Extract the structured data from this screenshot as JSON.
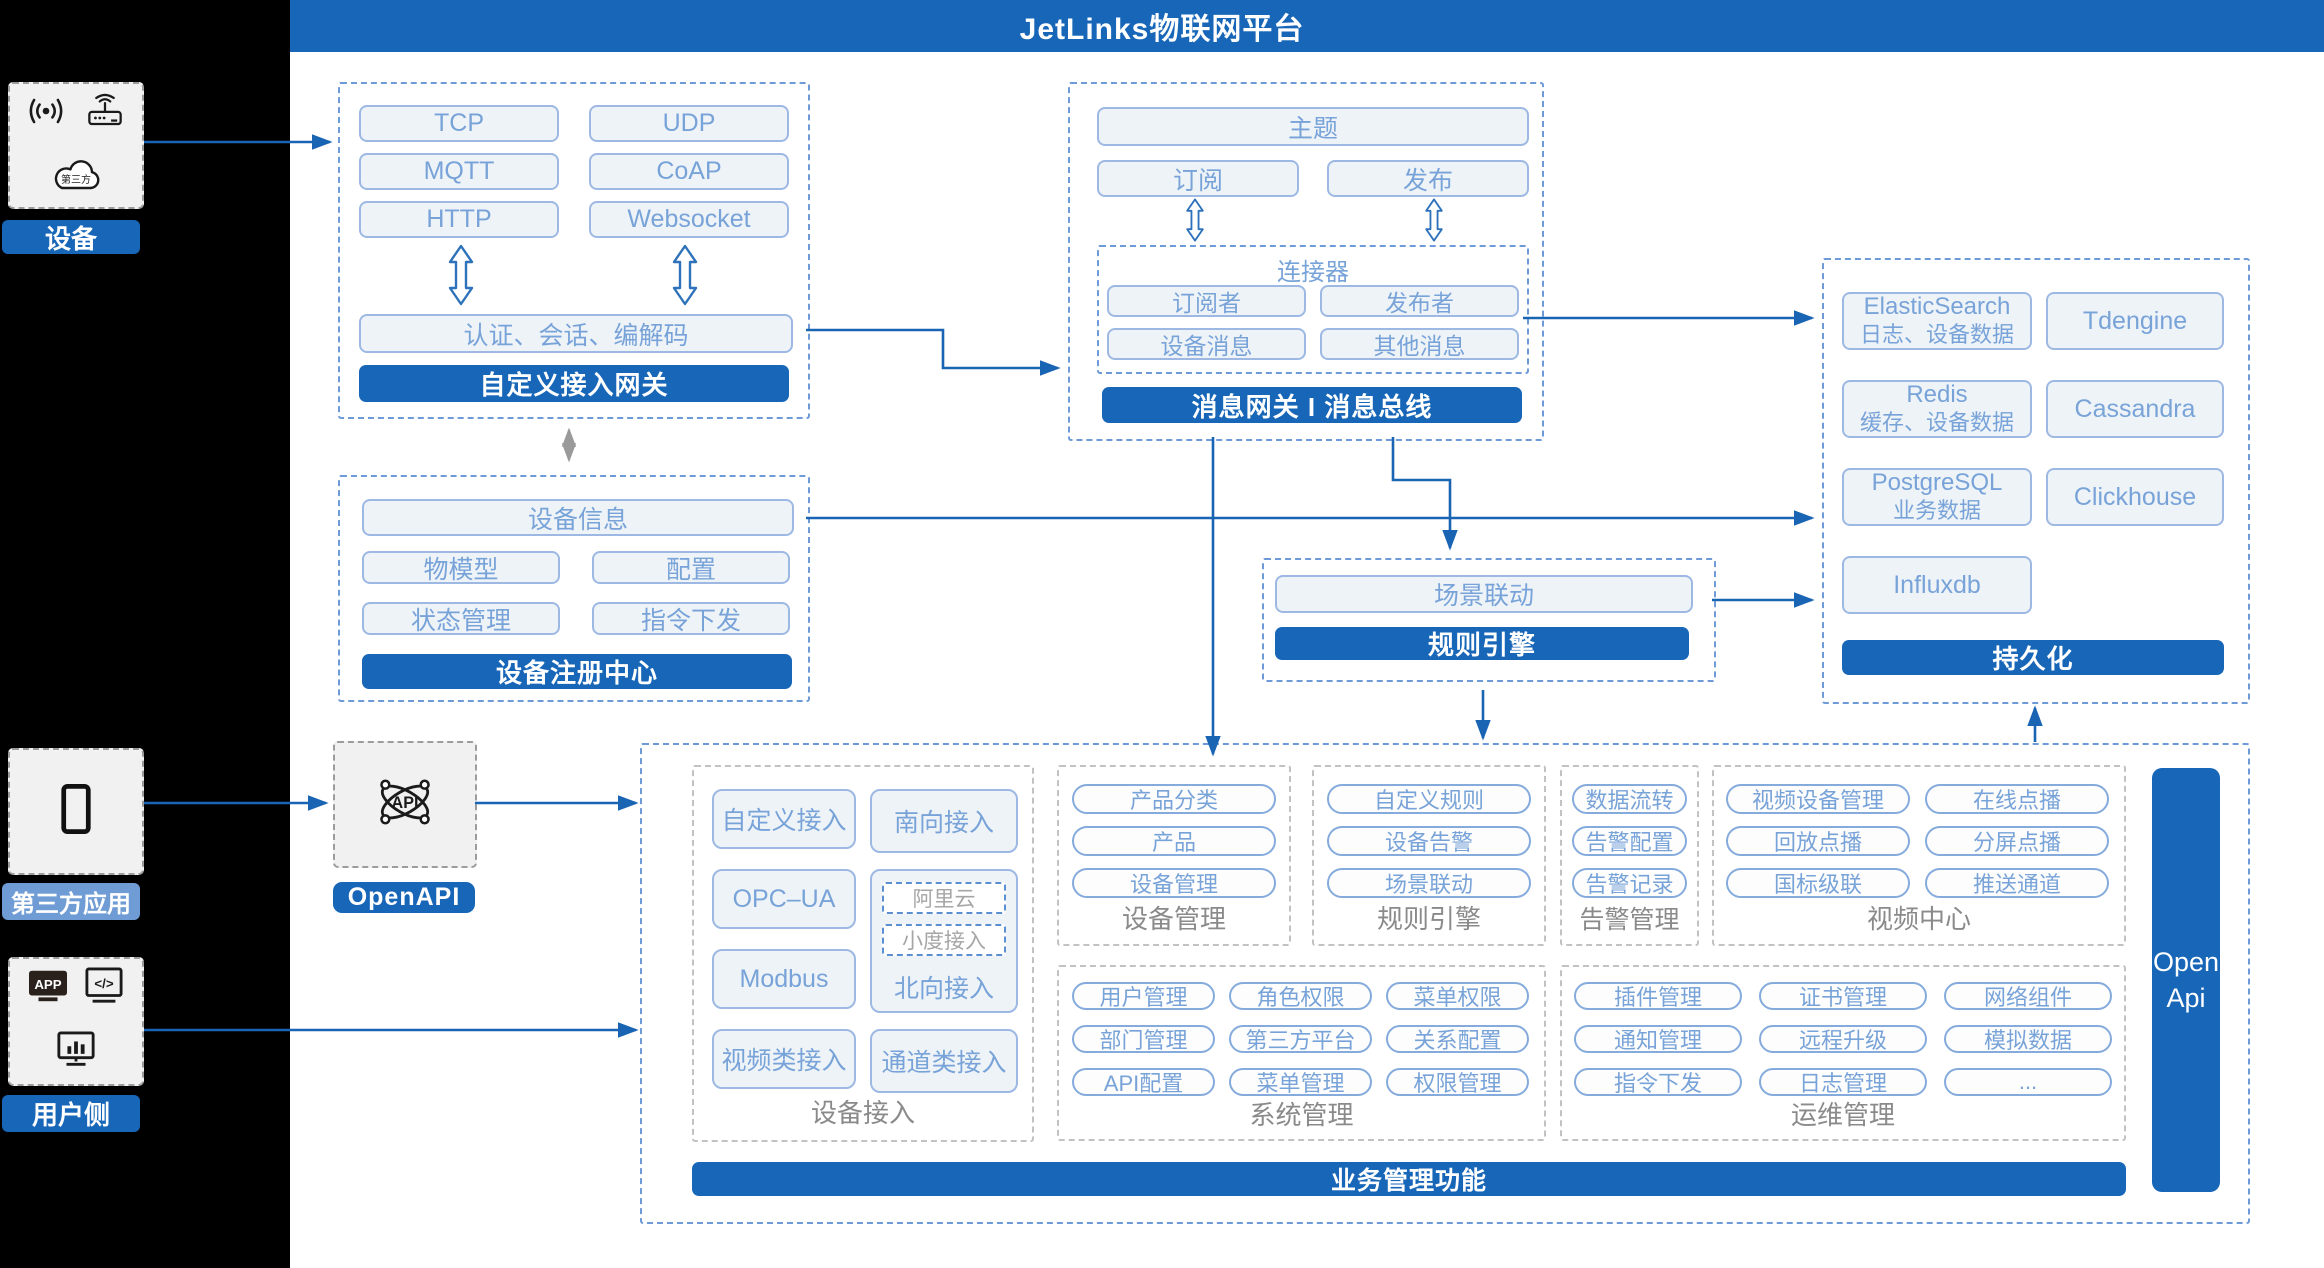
{
  "header": {
    "title": "JetLinks物联网平台"
  },
  "colors": {
    "primary": "#1766b8",
    "light_label": "#6f9cd4",
    "pill_text": "#78a3d8",
    "arrow": "#1a64b4"
  },
  "left": {
    "device_label": "设备",
    "cloud_text": "第三方",
    "third_party_label": "第三方应用",
    "user_label": "用户侧",
    "app_badge": "APP",
    "code_glyph": "</>"
  },
  "protocol_box": {
    "items": [
      "TCP",
      "UDP",
      "MQTT",
      "CoAP",
      "HTTP",
      "Websocket"
    ],
    "codec": "认证、会话、编解码",
    "footer": "自定义接入网关"
  },
  "message_box": {
    "topic": "主题",
    "subscribe": "订阅",
    "publish": "发布",
    "connector_title": "连接器",
    "connector_items": [
      "订阅者",
      "发布者",
      "设备消息",
      "其他消息"
    ],
    "footer": "消息网关 I 消息总线"
  },
  "registry_box": {
    "device_info": "设备信息",
    "items": [
      "物模型",
      "配置",
      "状态管理",
      "指令下发"
    ],
    "footer": "设备注册中心"
  },
  "scene_box": {
    "scene": "场景联动",
    "footer": "规则引擎"
  },
  "storage_box": {
    "es_title": "ElasticSearch",
    "es_sub": "日志、设备数据",
    "tdengine": "Tdengine",
    "redis_title": "Redis",
    "redis_sub": "缓存、设备数据",
    "cassandra": "Cassandra",
    "pg_title": "PostgreSQL",
    "pg_sub": "业务数据",
    "clickhouse": "Clickhouse",
    "influxdb": "Influxdb",
    "footer": "持久化"
  },
  "openapi": {
    "icon_text": "API",
    "label": "OpenAPI"
  },
  "bottom": {
    "device_access": {
      "label": "设备接入",
      "col1": [
        "自定义接入",
        "OPC–UA",
        "Modbus",
        "视频类接入"
      ],
      "south": "南向接入",
      "aliyun": "阿里云",
      "xiaodu": "小度接入",
      "north": "北向接入",
      "channel": "通道类接入"
    },
    "device_mgmt": {
      "label": "设备管理",
      "items": [
        "产品分类",
        "产品",
        "设备管理"
      ]
    },
    "rule_engine": {
      "label": "规则引擎",
      "items": [
        "自定义规则",
        "设备告警",
        "场景联动"
      ]
    },
    "alarm": {
      "label": "告警管理",
      "items": [
        "数据流转",
        "告警配置",
        "告警记录"
      ]
    },
    "video": {
      "label": "视频中心",
      "items": [
        "视频设备管理",
        "在线点播",
        "回放点播",
        "分屏点播",
        "国标级联",
        "推送通道"
      ]
    },
    "system": {
      "label": "系统管理",
      "items": [
        "用户管理",
        "角色权限",
        "菜单权限",
        "部门管理",
        "第三方平台",
        "关系配置",
        "API配置",
        "菜单管理",
        "权限管理"
      ]
    },
    "ops": {
      "label": "运维管理",
      "items": [
        "插件管理",
        "证书管理",
        "网络组件",
        "通知管理",
        "远程升级",
        "模拟数据",
        "指令下发",
        "日志管理",
        "..."
      ]
    },
    "footer": "业务管理功能",
    "openapi_bar_line1": "Open",
    "openapi_bar_line2": "Api"
  }
}
